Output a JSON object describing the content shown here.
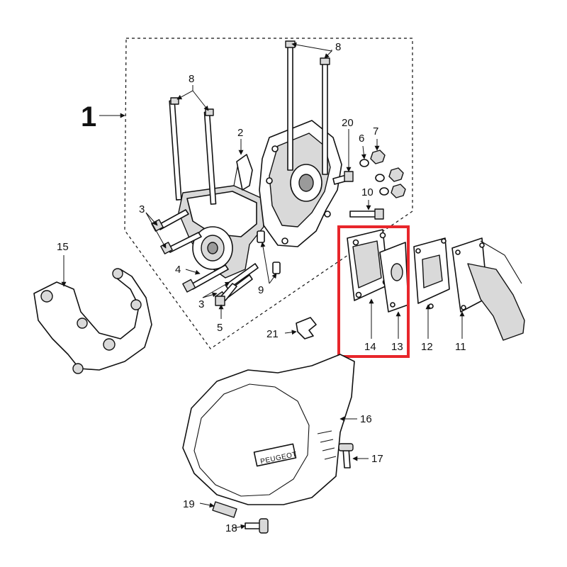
{
  "diagram": {
    "group_label": "1",
    "brand_plate": "PEUGEOT",
    "highlight_color": "#e8262b",
    "callouts": {
      "c2": "2",
      "c3a": "3",
      "c3b": "3",
      "c4": "4",
      "c5": "5",
      "c6": "6",
      "c7": "7",
      "c8a": "8",
      "c8b": "8",
      "c9": "9",
      "c10": "10",
      "c11": "11",
      "c12": "12",
      "c13": "13",
      "c14": "14",
      "c15": "15",
      "c16": "16",
      "c17": "17",
      "c18": "18",
      "c19": "19",
      "c20": "20",
      "c21": "21"
    }
  }
}
